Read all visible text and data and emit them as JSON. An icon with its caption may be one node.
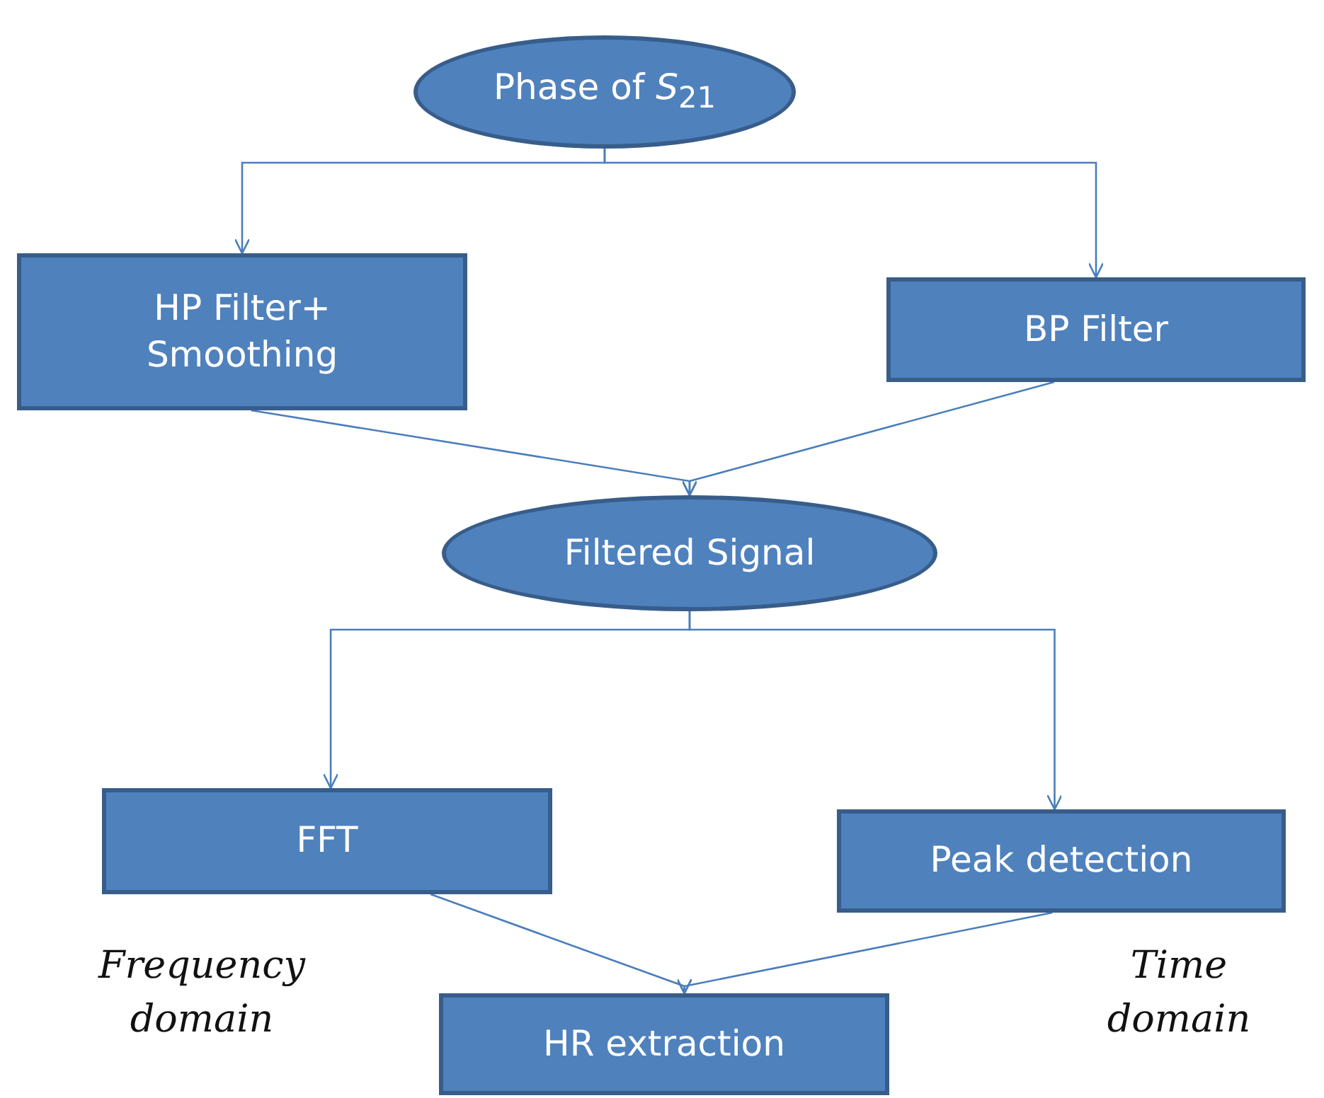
{
  "diagram": {
    "nodes": [
      {
        "text": [
          "Phase of *S*$_{21}$"
        ]
      },
      {
        "text": [
          "HP Filter+ Smoothing"
        ]
      },
      {
        "text": [
          "BP Filter"
        ]
      },
      {
        "text": [
          "Filtered Signal"
        ]
      },
      {
        "text": [
          "FFT"
        ]
      },
      {
        "text": [
          "Peak detection"
        ]
      },
      {
        "text": [
          "HR extraction"
        ]
      }
    ],
    "edges": [
      {
        "from": 0,
        "to": 1,
        "arrow": "to"
      },
      {
        "from": 0,
        "to": 2,
        "arrow": "to"
      },
      {
        "from": 1,
        "to": 3,
        "arrow": "to"
      },
      {
        "from": 2,
        "to": 3,
        "arrow": "to"
      },
      {
        "from": 3,
        "to": 4,
        "arrow": "to"
      },
      {
        "from": 3,
        "to": 5,
        "arrow": "to"
      },
      {
        "from": 4,
        "to": 6,
        "arrow": "to"
      },
      {
        "from": 5,
        "to": 6,
        "arrow": "to"
      }
    ],
    "labels": [
      "Frequency domain",
      "Time domain"
    ]
  }
}
